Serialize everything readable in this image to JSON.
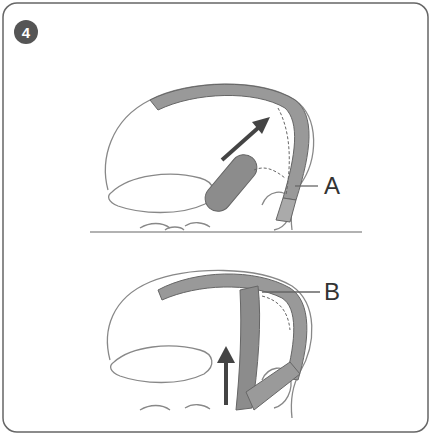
{
  "diagram": {
    "labels": [
      "4",
      "A",
      "B"
    ]
  }
}
